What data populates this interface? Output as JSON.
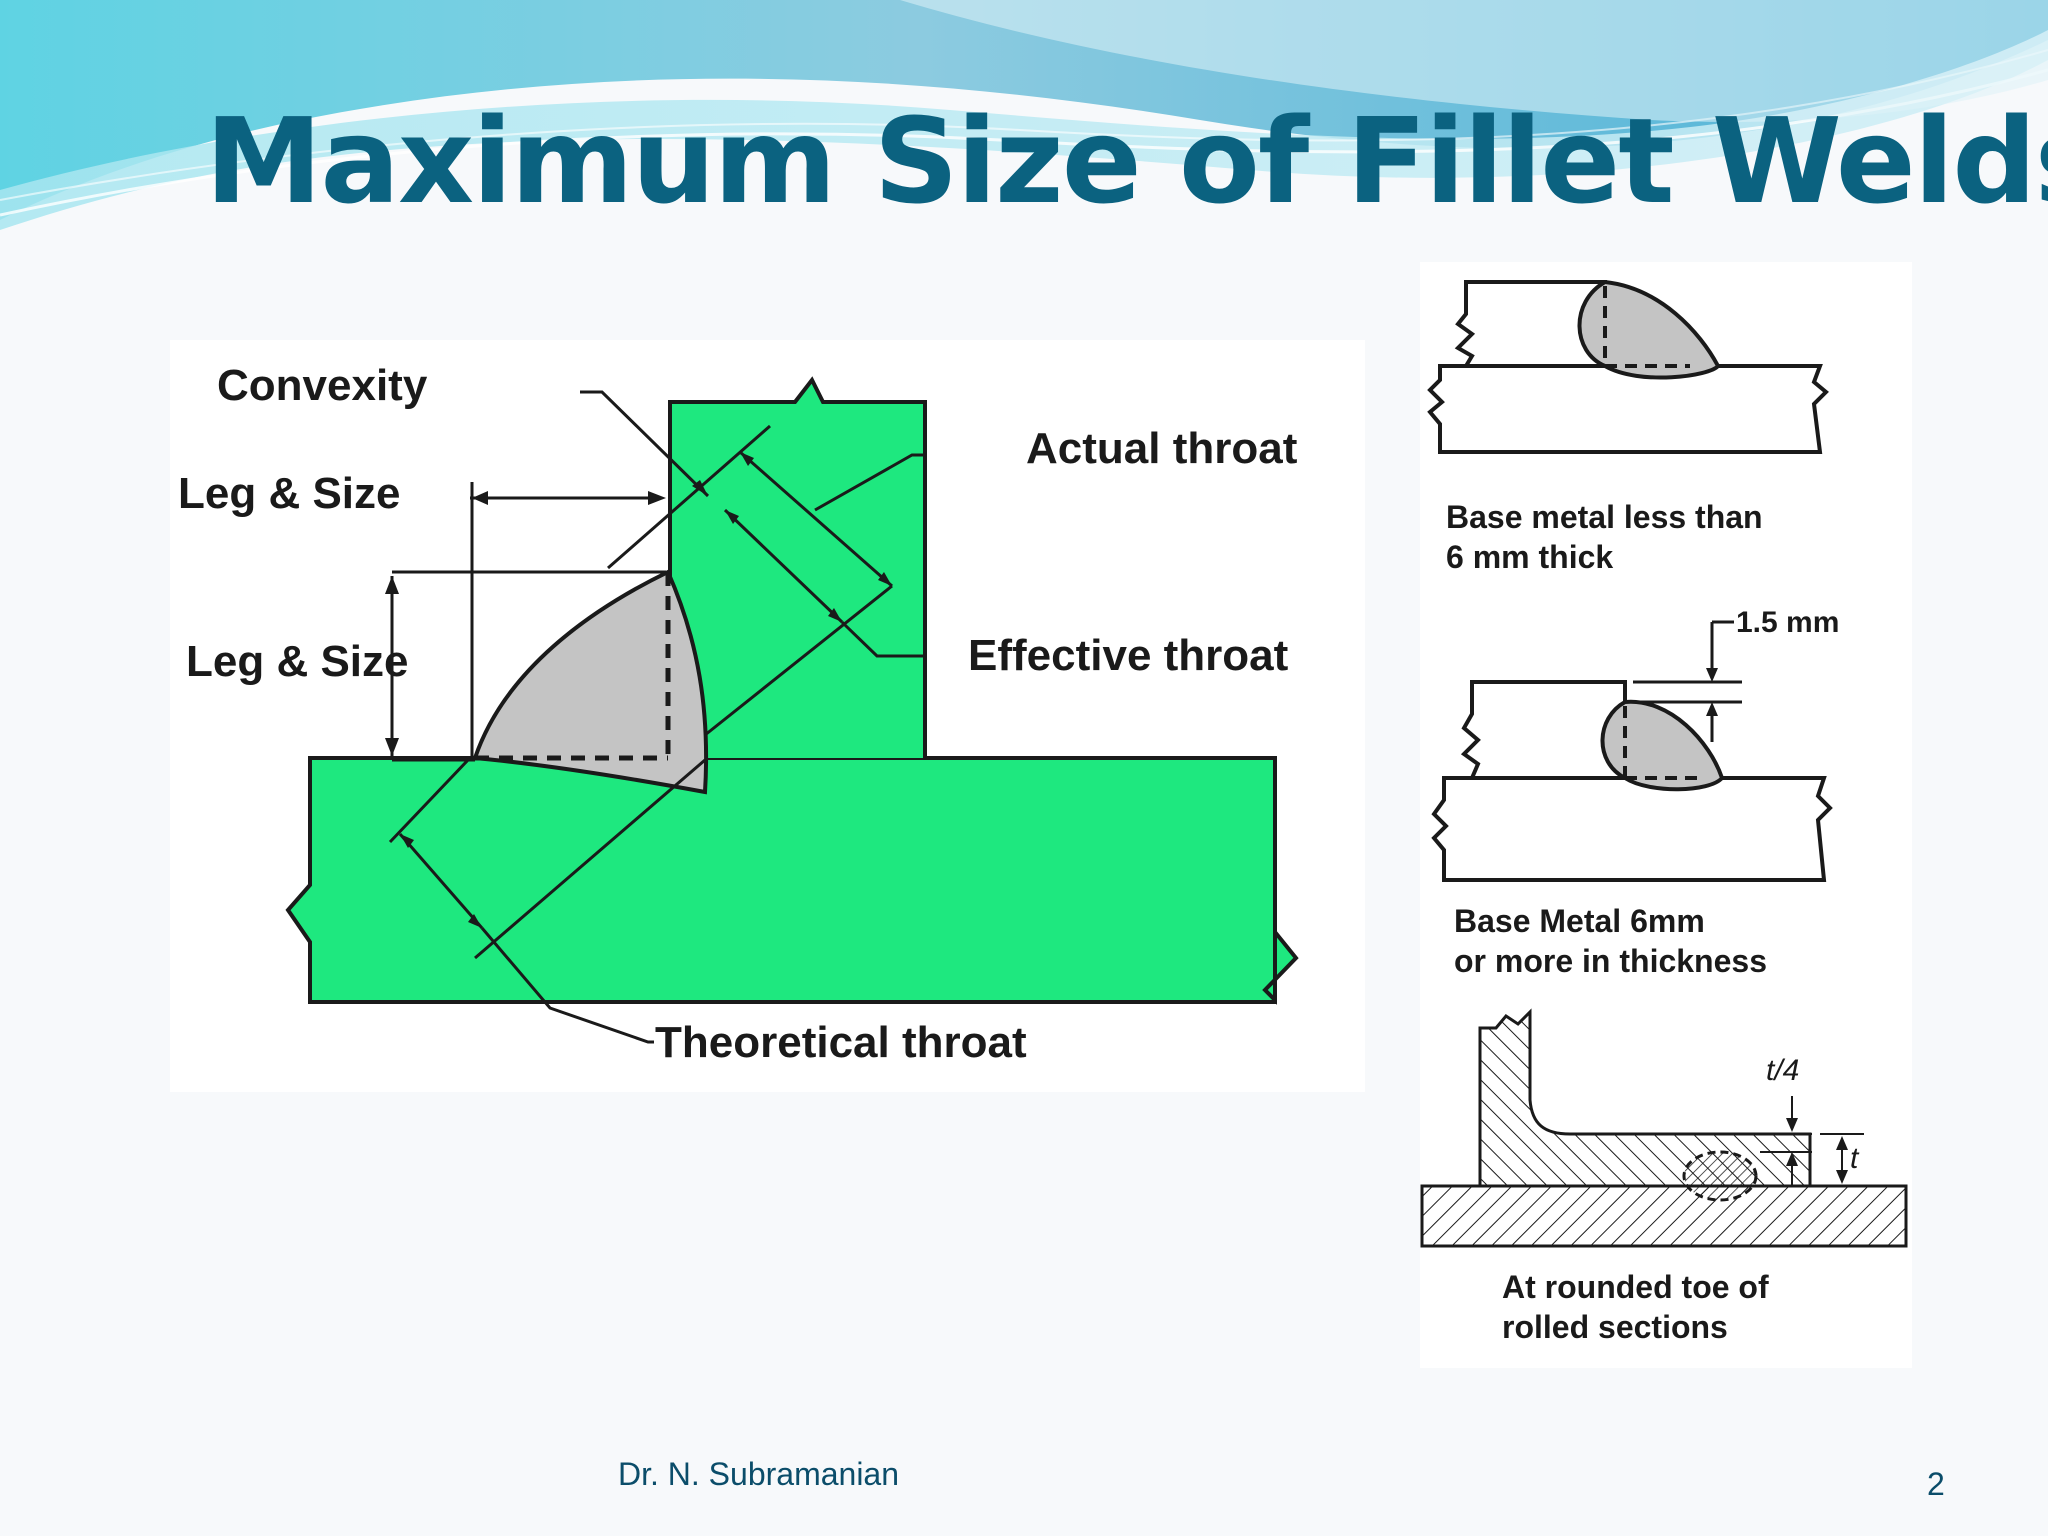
{
  "slide": {
    "title": "Maximum Size of Fillet Welds",
    "author": "Dr. N. Subramanian",
    "page_number": "2"
  },
  "main_diagram": {
    "labels": {
      "convexity": "Convexity",
      "leg_size_top": "Leg & Size",
      "leg_size_left": "Leg & Size",
      "actual_throat": "Actual throat",
      "effective_throat": "Effective throat",
      "theoretical_throat": "Theoretical throat"
    }
  },
  "side_diagrams": [
    {
      "caption_line1": "Base metal less than",
      "caption_line2": "6 mm thick"
    },
    {
      "dimension": "1.5 mm",
      "caption_line1": "Base Metal 6mm",
      "caption_line2": "or more in thickness"
    },
    {
      "dim_top": "t/4",
      "dim_side": "t",
      "caption_line1": "At rounded toe of",
      "caption_line2": "rolled sections"
    }
  ],
  "colors": {
    "title": "#0b6280",
    "plate_fill": "#1ee87f",
    "weld_fill": "#c4c4c4",
    "footer_text": "#0b4d6a"
  }
}
